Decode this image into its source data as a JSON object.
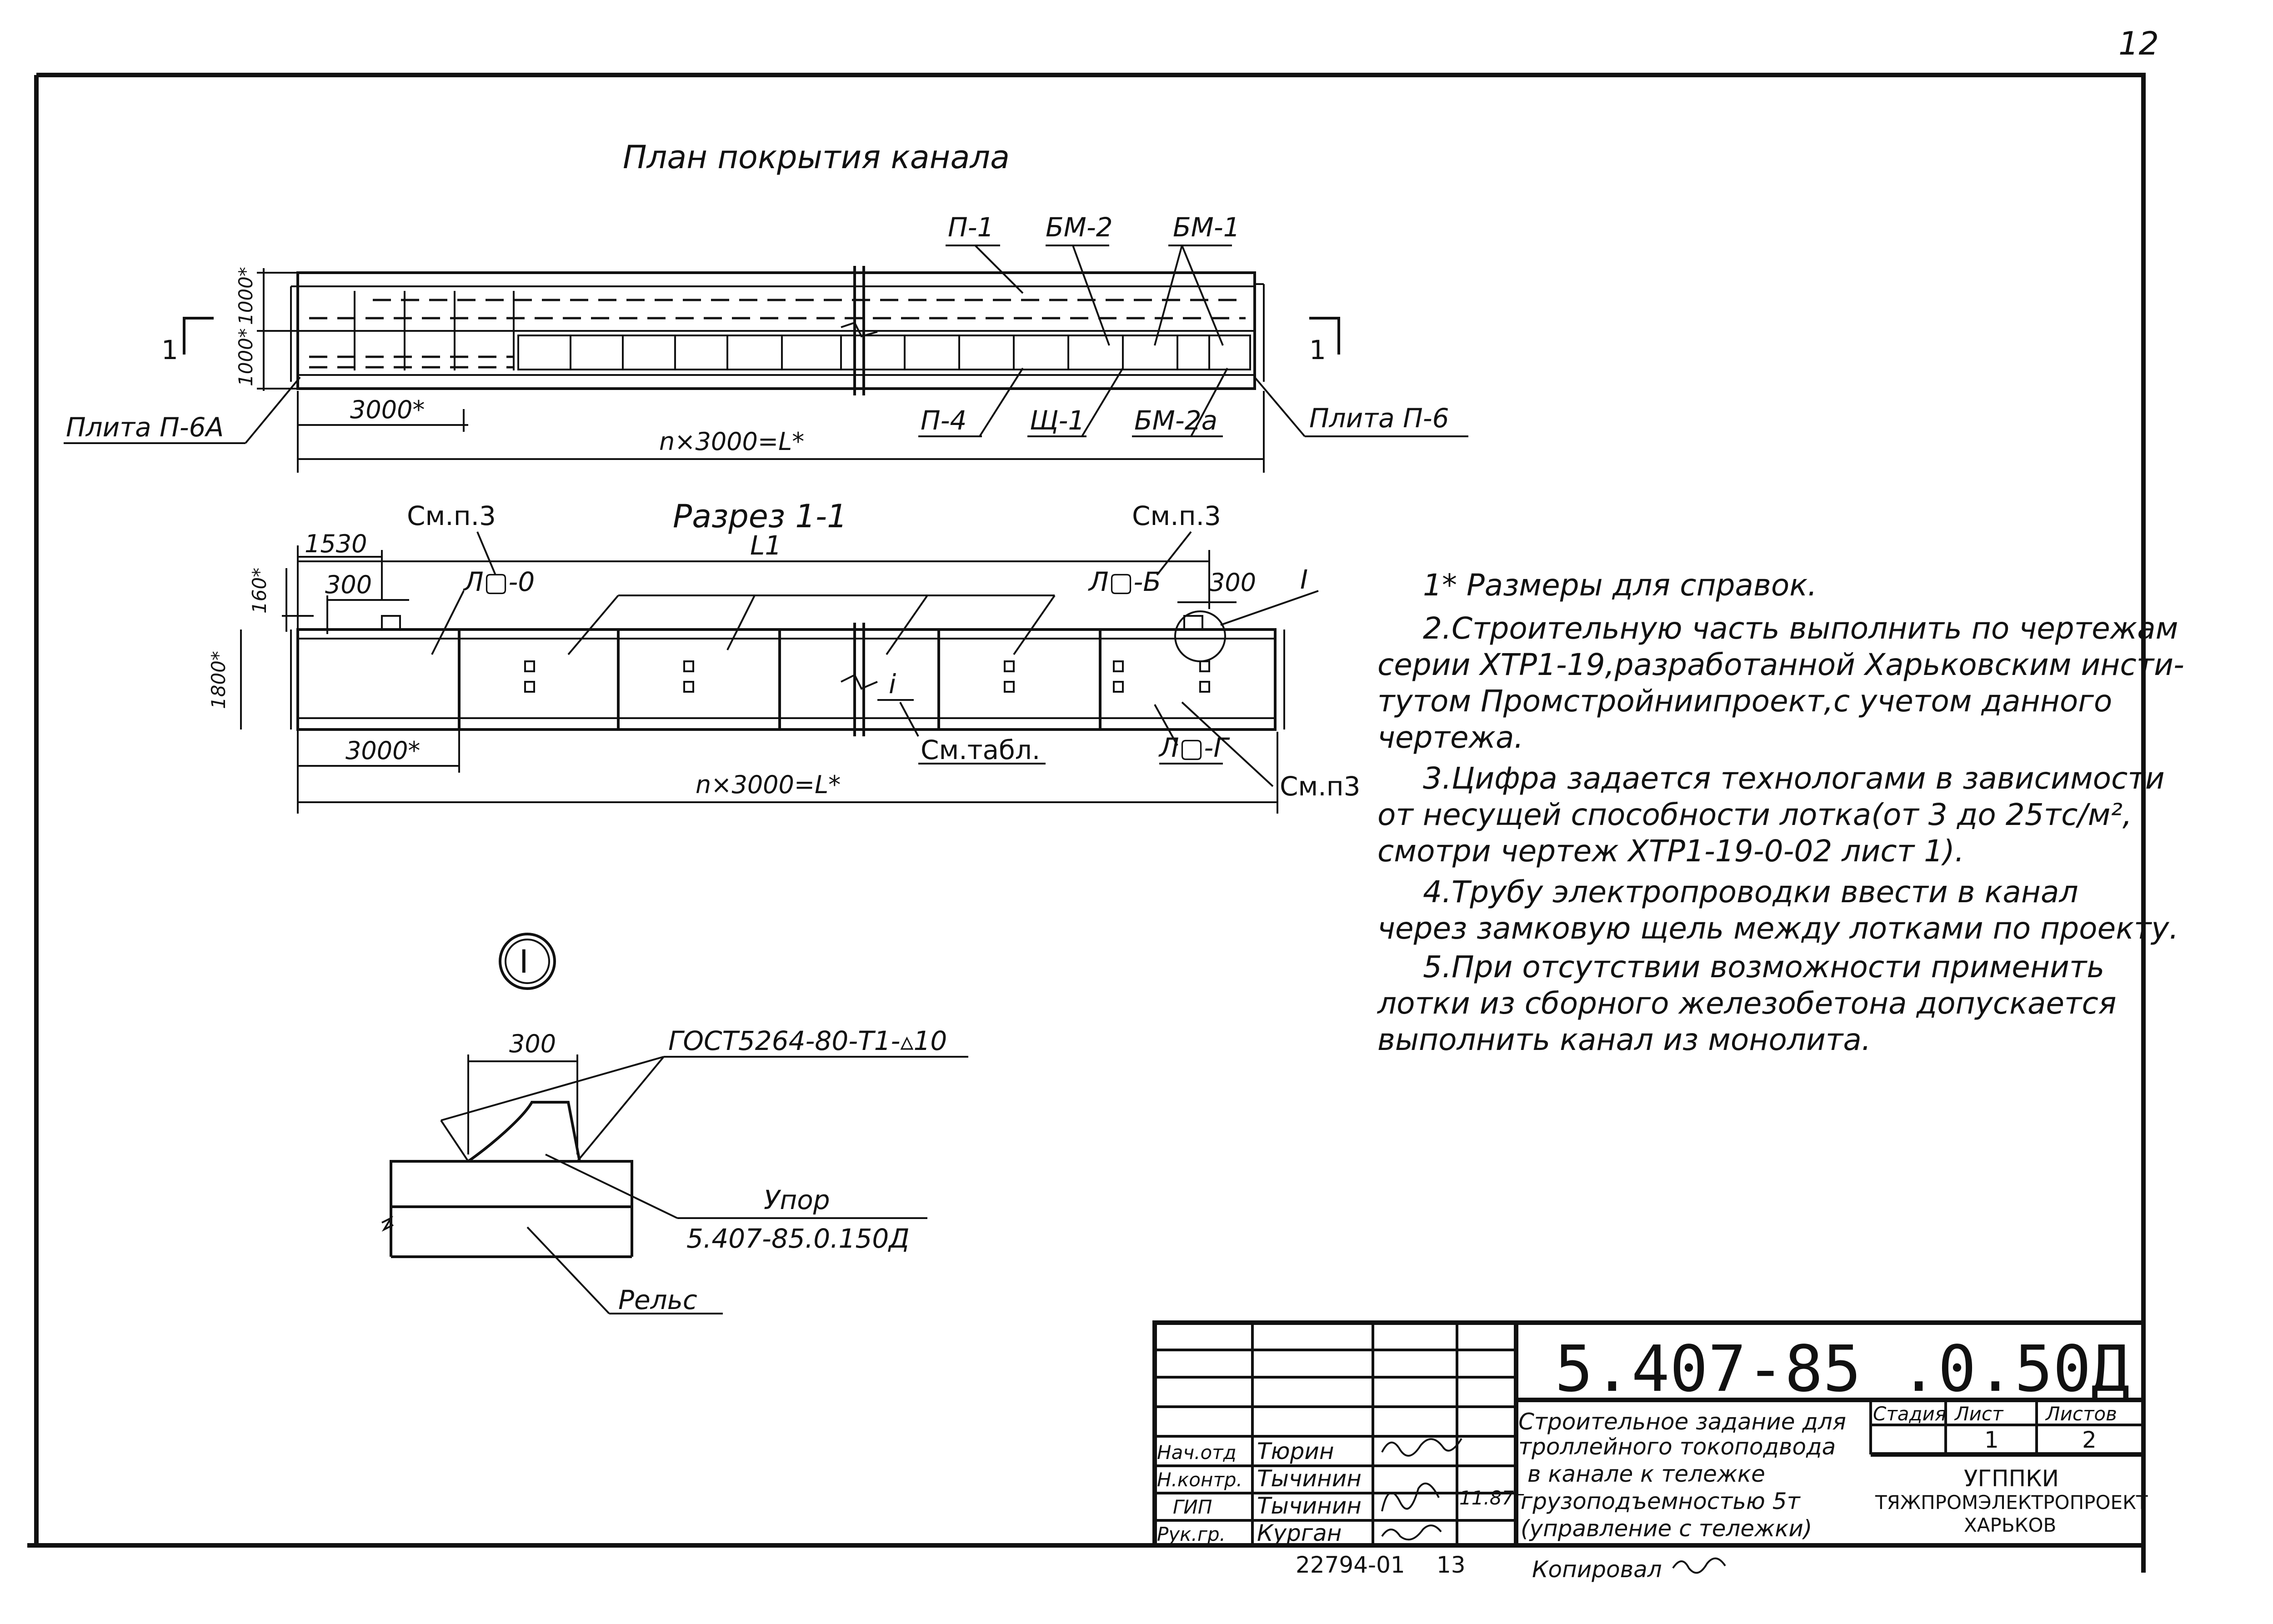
{
  "page_number": "12",
  "plan": {
    "title": "План покрытия канала",
    "labels": {
      "p1": "П-1",
      "bm2": "БМ-2",
      "bm1": "БМ-1",
      "p4": "П-4",
      "sch1": "Щ-1",
      "bm2a": "БМ-2а",
      "plate_left": "Плита П-6А",
      "plate_right": "Плита П-6"
    },
    "dims": {
      "d3000": "3000*",
      "dtotal": "n×3000=L*",
      "d1000a": "1000*",
      "d1000b": "1000*"
    },
    "section_marks": {
      "left": "1",
      "right": "1"
    }
  },
  "section": {
    "title": "Разрез 1-1",
    "l1": "L1",
    "labels": {
      "smp3_left": "См.п.3",
      "smp3_right": "См.п.3",
      "smp3_bottom": "См.п3",
      "l0": "Л▢-0",
      "lb": "Л▢-Б",
      "lg": "Л▢-Г",
      "smtabl": "См.табл.",
      "i": "i",
      "callout": "I"
    },
    "dims": {
      "d1530": "1530",
      "d300a": "300",
      "d300b": "300",
      "d160": "160*",
      "d1800": "1800*",
      "d3000": "3000*",
      "dtotal": "n×3000=L*"
    }
  },
  "detail": {
    "mark": "I",
    "dim300": "300",
    "weld": "ГОСТ5264-80-Т1-▵10",
    "upor": "Упор",
    "upor_code": "5.407-85.0.150Д",
    "rail": "Рельс"
  },
  "notes": [
    "1* Размеры для справок.",
    "2.Строительную часть выполнить по чертежам",
    "серии ХТР1-19,разработанной Харьковским инсти-",
    "тутом Промстройниипроект,с учетом данного",
    "чертежа.",
    "3.Цифра задается технологами в зависимости",
    "от несущей способности лотка(от 3 до 25тс/м²,",
    "смотри чертеж ХТР1-19-0-02 лист 1).",
    "4.Трубу электропроводки ввести в канал",
    "через замковую щель между лотками по проекту.",
    "5.При отсутствии возможности применить",
    "лотки из сборного железобетона допускается",
    "выполнить канал из монолита."
  ],
  "title_block": {
    "code": "5.407-85 .0.50Д",
    "description": [
      "Строительное задание для",
      "троллейного токоподвода",
      "в канале к тележке",
      "грузоподъемностью 5т",
      "(управление с тележки)"
    ],
    "stage_header": "Стадия",
    "sheet_header": "Лист",
    "sheets_header": "Листов",
    "sheet_value": "1",
    "sheets_value": "2",
    "org": [
      "УГППКИ",
      "ТЯЖПРОМЭЛЕКТРОПРОЕКТ",
      "ХАРЬКОВ"
    ],
    "people": [
      {
        "role": "Нач.отд",
        "name": "Тюрин"
      },
      {
        "role": "Н.контр.",
        "name": "Тычинин"
      },
      {
        "role": "ГИП",
        "name": "Тычинин"
      },
      {
        "role": "Рук.гр.",
        "name": "Курган"
      }
    ],
    "date": "11.87г",
    "inventory": "22794-01",
    "inventory_sheet": "13",
    "copied": "Копировал"
  }
}
